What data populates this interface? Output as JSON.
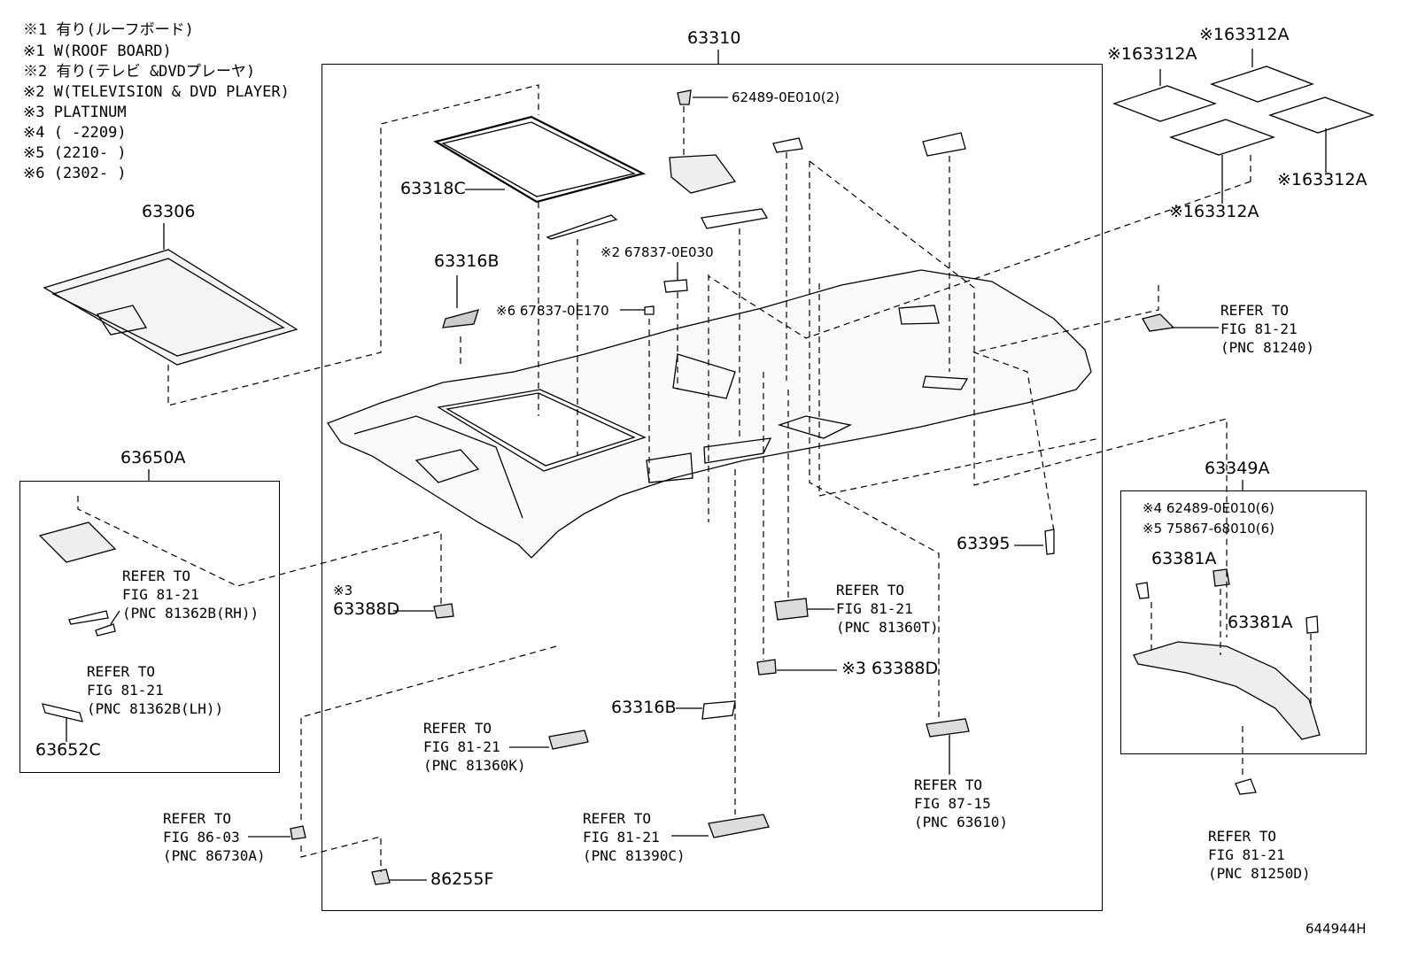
{
  "notes": [
    "※1 有り(ルーフボード)",
    "※1 W(ROOF BOARD)",
    "※2 有り(テレビ &DVDプレーヤ)",
    "※2 W(TELEVISION & DVD PLAYER)",
    "※3 PLATINUM",
    "※4 (      -2209)",
    "※5 (2210-      )",
    "※6 (2302-      )"
  ],
  "labels": {
    "p63310": "63310",
    "p63306": "63306",
    "p63318c": "63318C",
    "p63316b_top": "63316B",
    "p62489": "62489-0E010(2)",
    "p67837_0e030": "※2 67837-0E030",
    "p67837_0e170": "※6 67837-0E170",
    "p63312a_1": "※163312A",
    "p63312a_2": "※163312A",
    "p63312a_3": "※163312A",
    "p63312a_4": "※163312A",
    "p63650a": "63650A",
    "p63652c": "63652C",
    "p63349a": "63349A",
    "p63395": "63395",
    "p63388d_note": "※3",
    "p63388d_left": "63388D",
    "p63388d_right": "※3 63388D",
    "p63316b_bottom": "63316B",
    "p86255f": "86255F",
    "p62489_6": "※4 62489-0E010(6)",
    "p75867": "※5 75867-68010(6)",
    "p63381a_left": "63381A",
    "p63381a_right": "63381A",
    "figure_code": "644944H"
  },
  "refs": {
    "r81240": "REFER TO\nFIG 81-21\n(PNC 81240)",
    "r81362rh": "REFER TO\nFIG 81-21\n(PNC 81362B(RH))",
    "r81362lh": "REFER TO\nFIG 81-21\n(PNC 81362B(LH))",
    "r81360t": "REFER TO\nFIG 81-21\n(PNC 81360T)",
    "r81360k": "REFER TO\nFIG 81-21\n(PNC 81360K)",
    "r86730a": "REFER TO\nFIG 86-03\n(PNC 86730A)",
    "r81390c": "REFER TO\nFIG 81-21\n(PNC 81390C)",
    "r63610": "REFER TO\nFIG 87-15\n(PNC 63610)",
    "r81250d": "REFER TO\nFIG 81-21\n(PNC 81250D)"
  }
}
